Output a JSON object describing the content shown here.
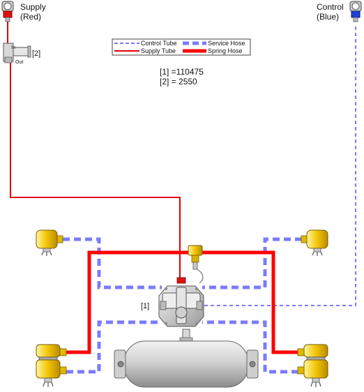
{
  "connectors": {
    "supply": {
      "line1": "Supply",
      "line2": "(Red)",
      "color": "#d10000"
    },
    "control": {
      "line1": "Control",
      "line2": "(Blue)",
      "color": "#1f3fd6"
    }
  },
  "legend": {
    "control_tube": "Control Tube",
    "service_hose": "Service Hose",
    "supply_tube": "Supply Tube",
    "spring_hose": "Spring Hose"
  },
  "fitting": {
    "port_in": "In",
    "port_out": "Out",
    "callout": "[2]"
  },
  "valve_callout": "[1]",
  "parts": {
    "p1": "[1] =110475",
    "p2": "[2] = 2550"
  },
  "colors": {
    "supply": "#ff0000",
    "control": "#7b7bff",
    "chamber": "#f2c200",
    "tank": "#c9c9c9"
  }
}
